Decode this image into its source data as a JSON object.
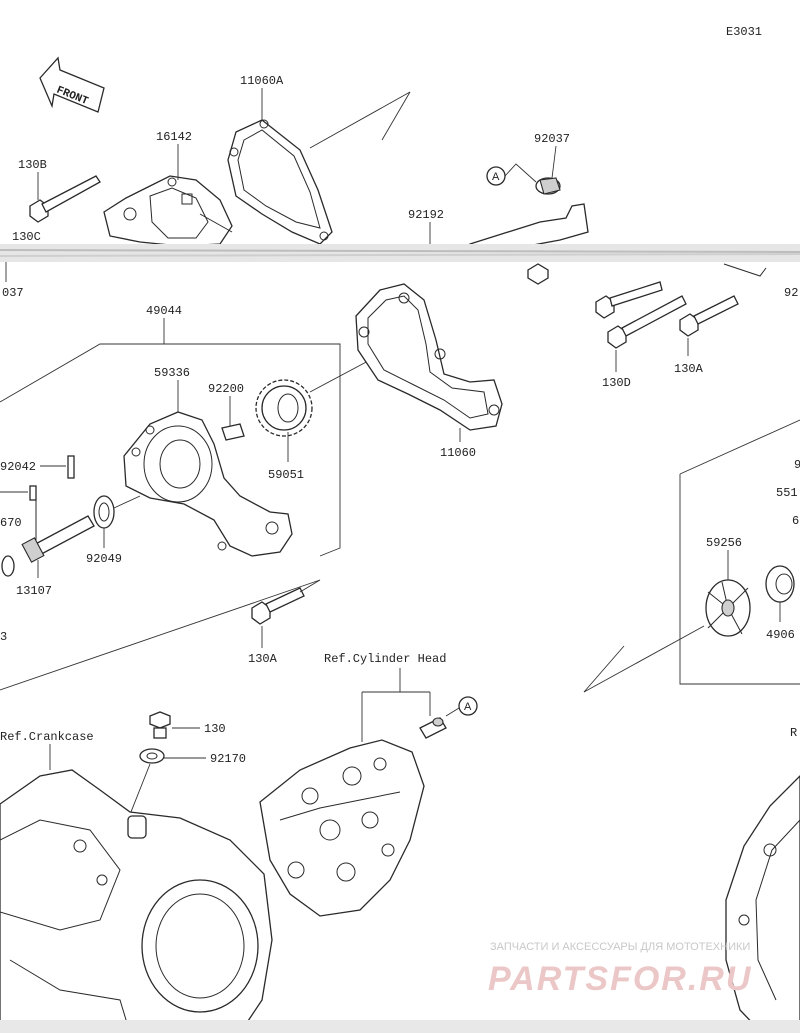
{
  "diagram_code": "E3031",
  "front_marker": "FRONT",
  "labels": {
    "p11060A": "11060A",
    "p16142": "16142",
    "p130B": "130B",
    "p130C": "130C",
    "p037": "037",
    "p92037": "92037",
    "p92192": "92192",
    "p49044": "49044",
    "p59336": "59336",
    "p92200": "92200",
    "p92042": "92042",
    "p670": "670",
    "p13107": "13107",
    "p92049": "92049",
    "p59051": "59051",
    "p11060": "11060",
    "p130A_left": "130A",
    "p130D": "130D",
    "p130A_right": "130A",
    "p59256": "59256",
    "p4906": "4906",
    "p3": "3",
    "p130": "130",
    "p92170": "92170",
    "p92_right": "92",
    "p9_right": "9",
    "p551_right": "551",
    "p6_right": "6",
    "ref_cylinder_head": "Ref.Cylinder Head",
    "ref_crankcase": "Ref.Crankcase",
    "callout_a_top": "A",
    "callout_a_bottom": "A"
  },
  "watermark": {
    "line1": "ЗАПЧАСТИ И АКСЕССУАРЫ ДЛЯ МОТОТЕХНИКИ",
    "line2": "PARTSFOR.RU"
  }
}
